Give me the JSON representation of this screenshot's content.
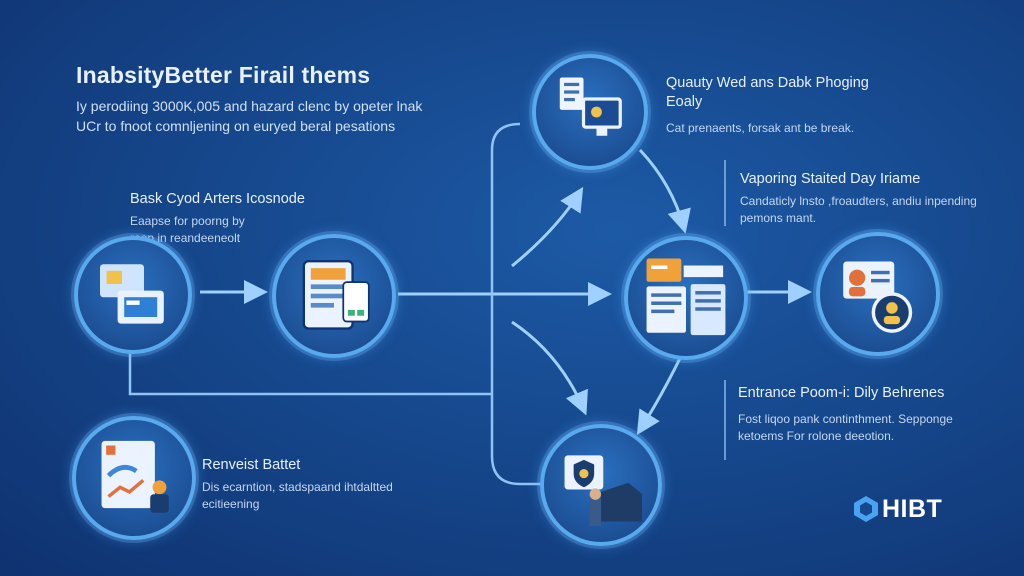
{
  "header": {
    "title": "InabsityBetter Firail thems",
    "intro": "Iy perodiing 3000K,005 and hazard clenc by opeter lnak UCr to fnoot comnljening on euryed beral pesations"
  },
  "blocks": {
    "basic": {
      "heading": "Bask Cyod Arters Icosnode",
      "sub": "Eaapse for poorng by reep in reandeeneolt"
    },
    "reinvest": {
      "heading": "Renveist Battet",
      "sub": "Dis ecarntion, stadspaand ihtdaltted ecitieening"
    },
    "quality": {
      "heading": "Quauty Wed ans Dabk Phoging Eoaly",
      "sub": "Cat prenaents, forsak ant be break."
    },
    "vaporing": {
      "heading": "Vaporing Staited Day Iriame",
      "sub": "Candaticly lnsto ,froaudters, andiu inpending pemons mant."
    },
    "entrance": {
      "heading": "Entrance Poom-i: Dily Behrenes",
      "sub": "Fost liqoo pank continthment. Sepponge ketoems For rolone deeotion."
    }
  },
  "logo": {
    "text": "HIBT"
  },
  "colors": {
    "background": "#16488d",
    "ring": "#58a9ee",
    "connector": "#8fc3f5",
    "arrow": "#9fd0ff",
    "accent_orange": "#f0a13a"
  },
  "icons": [
    "dashboard-window-icon",
    "tablet-document-icon",
    "checklist-monitor-icon",
    "data-screens-icon",
    "profile-user-icon",
    "report-chart-icon",
    "shield-store-icon"
  ]
}
